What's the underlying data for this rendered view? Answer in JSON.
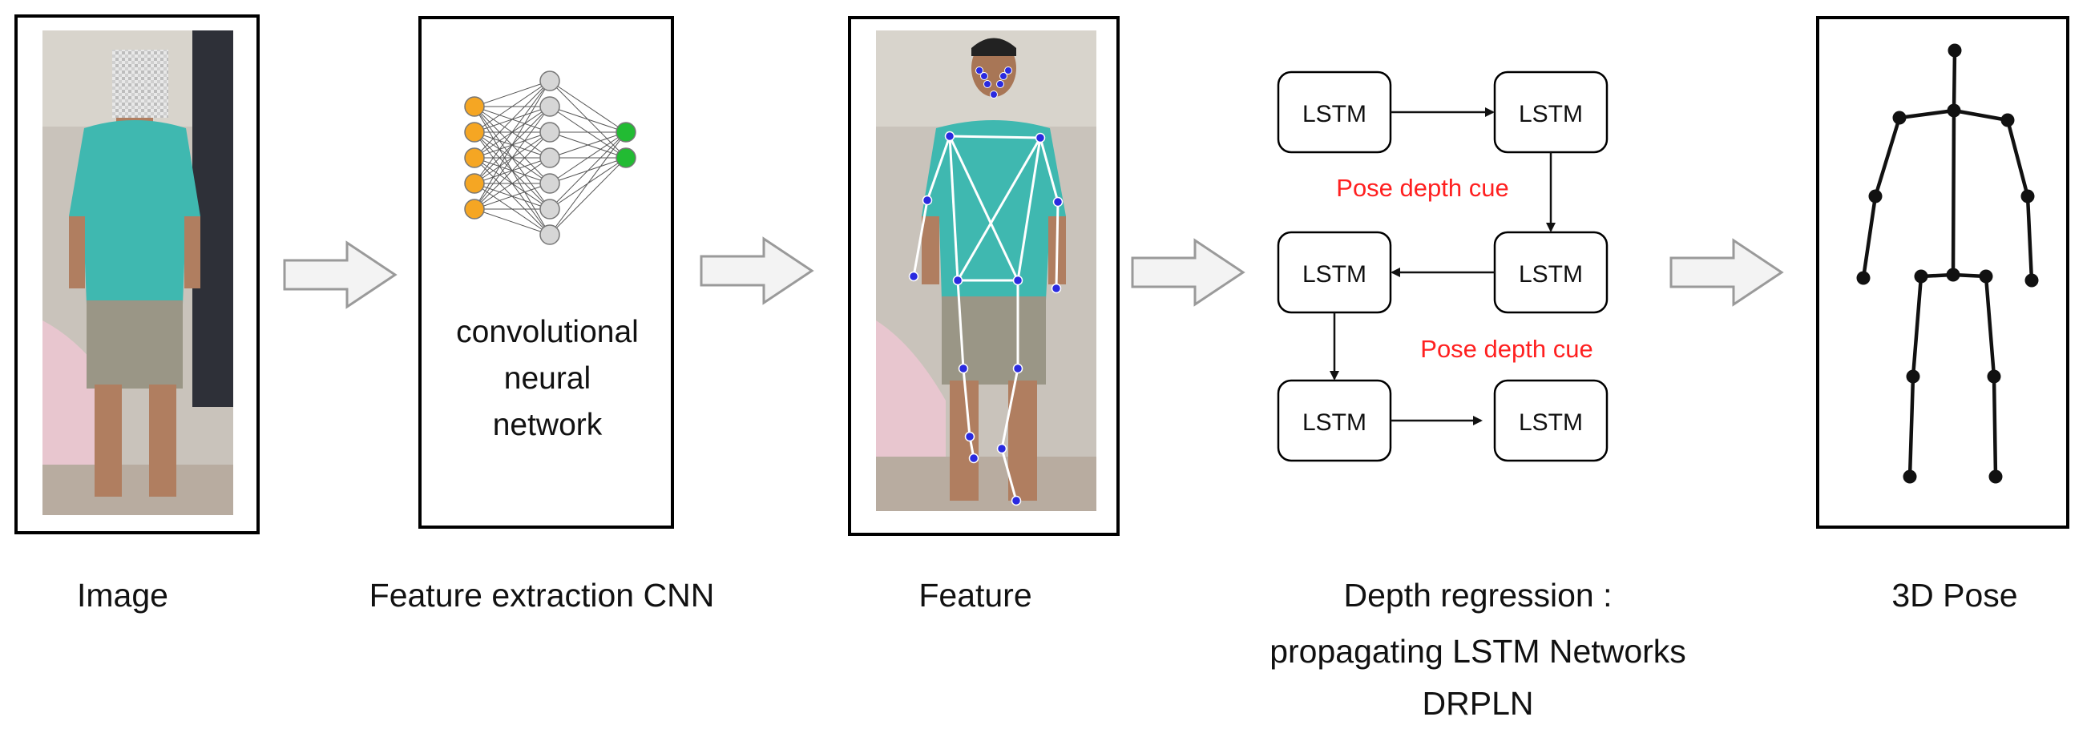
{
  "captions": {
    "image": "Image",
    "cnn": "Feature extraction CNN",
    "feature": "Feature",
    "depth_line1": "Depth regression :",
    "depth_line2": "propagating LSTM Networks",
    "depth_line3": "DRPLN",
    "pose": "3D Pose"
  },
  "cnn_box": {
    "line1": "convolutional",
    "line2": "neural",
    "line3": "network"
  },
  "lstm": {
    "cell_label": "LSTM",
    "cue_label": "Pose depth cue"
  },
  "colors": {
    "input_node": "#f5a623",
    "hidden_node": "#d6d6d6",
    "output_node": "#22bb33",
    "cue_text": "#ff2020",
    "keypoint": "#2a2ae0",
    "shirt": "#3fb8b0"
  },
  "icons": {
    "arrow": "hollow-right-arrow",
    "face": "blurred-face-mosaic"
  }
}
